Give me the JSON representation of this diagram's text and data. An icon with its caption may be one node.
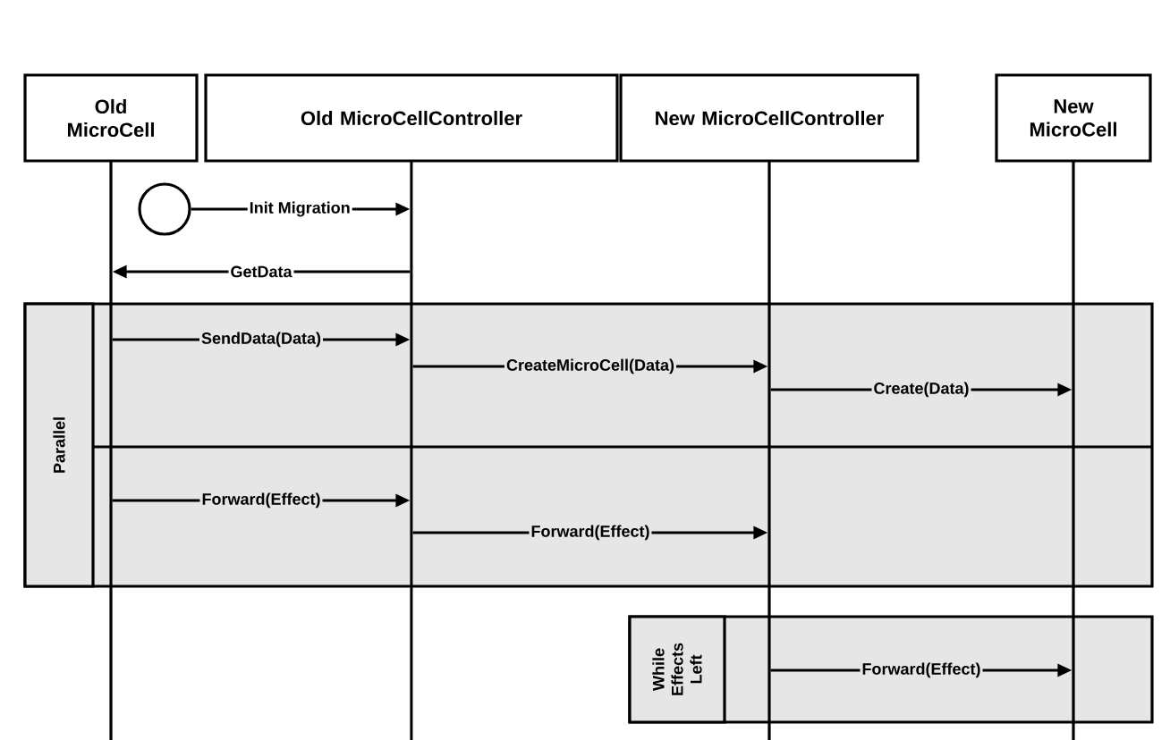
{
  "diagram": {
    "nodes": [
      {
        "text": [
          "Old MicroCell"
        ]
      },
      {
        "text": [
          "Old MicroCellController"
        ]
      },
      {
        "text": [
          "New MicroCellController"
        ]
      },
      {
        "text": [
          "New MicroCell"
        ]
      },
      {
        "text": [],
        "shape": "bar"
      },
      {
        "text": [],
        "shape": "bar"
      },
      {
        "text": [],
        "shape": "bar"
      },
      {
        "text": [],
        "shape": "bar"
      },
      {
        "text": [],
        "shape": "circle"
      },
      {
        "text": [
          "Parallel"
        ]
      },
      {
        "text": [
          "While Effects Left"
        ]
      }
    ],
    "edges": [
      {
        "from": 8,
        "to": 5,
        "arrow": "to",
        "label": "Init Migration"
      },
      {
        "from": 5,
        "to": 4,
        "arrow": "to",
        "label": "GetData"
      },
      {
        "from": 4,
        "to": 5,
        "arrow": "to",
        "label": "SendData(Data)"
      },
      {
        "from": 5,
        "to": 6,
        "arrow": "to",
        "label": "CreateMicroCell(Data)"
      },
      {
        "from": 6,
        "to": 7,
        "arrow": "to",
        "label": "Create(Data)"
      },
      {
        "from": 4,
        "to": 5,
        "arrow": "to",
        "label": "Forward(Effect)"
      },
      {
        "from": 5,
        "to": 6,
        "arrow": "to",
        "label": "Forward(Effect)"
      },
      {
        "from": 6,
        "to": 7,
        "arrow": "to",
        "label": "Forward(Effect)"
      }
    ]
  }
}
